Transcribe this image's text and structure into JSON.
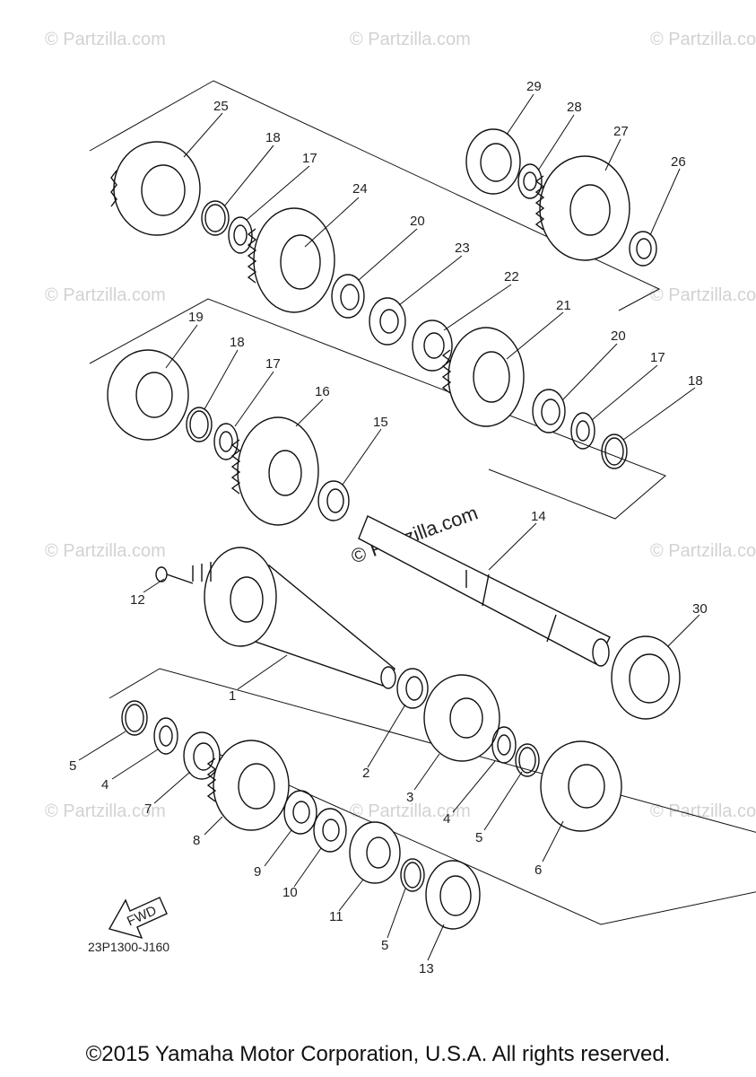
{
  "watermark": "© Partzilla.com",
  "diagram_code": "23P1300-J160",
  "copyright": "©2015 Yamaha Motor Corporation, U.S.A. All rights reserved.",
  "fwd_label": "FWD",
  "callouts": {
    "p1": "1",
    "p2": "2",
    "p3": "3",
    "p4a": "4",
    "p4b": "4",
    "p5a": "5",
    "p5b": "5",
    "p5c": "5",
    "p6": "6",
    "p7": "7",
    "p8": "8",
    "p9": "9",
    "p10": "10",
    "p11": "11",
    "p12": "12",
    "p13": "13",
    "p14": "14",
    "p15": "15",
    "p16": "16",
    "p17a": "17",
    "p17b": "17",
    "p17c": "17",
    "p18a": "18",
    "p18b": "18",
    "p18c": "18",
    "p19": "19",
    "p20a": "20",
    "p20b": "20",
    "p21": "21",
    "p22": "22",
    "p23": "23",
    "p24": "24",
    "p25": "25",
    "p26": "26",
    "p27": "27",
    "p28": "28",
    "p29": "29",
    "p30": "30"
  }
}
